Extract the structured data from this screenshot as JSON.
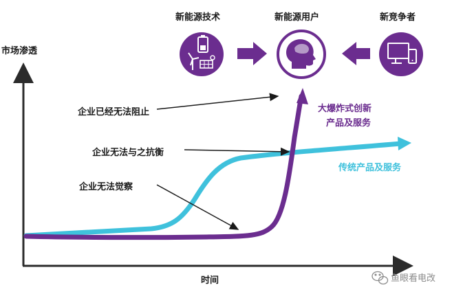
{
  "colors": {
    "purple": "#6b2d8f",
    "cyan": "#3fc1dc",
    "axis": "#2b2b2b",
    "text": "#1a1a1a",
    "watermark": "#8a8a8a"
  },
  "axes": {
    "y_label": "市场渗透",
    "x_label": "时间"
  },
  "top_flow": {
    "left": {
      "label": "新能源技术",
      "icon": "renewable-tech-icon"
    },
    "center": {
      "label": "新能源用户",
      "icon": "user-head-icon"
    },
    "right": {
      "label": "新竞争者",
      "icon": "devices-icon"
    }
  },
  "annotations": {
    "cannot_stop": "企业已经无法阻止",
    "cannot_compete": "企业无法与之抗衡",
    "unaware": "企业无法觉察"
  },
  "series_labels": {
    "disruptive_line1": "大爆炸式创新",
    "disruptive_line2": "产品及服务",
    "traditional": "传统产品及服务"
  },
  "watermark": "鱼眼看电改"
}
